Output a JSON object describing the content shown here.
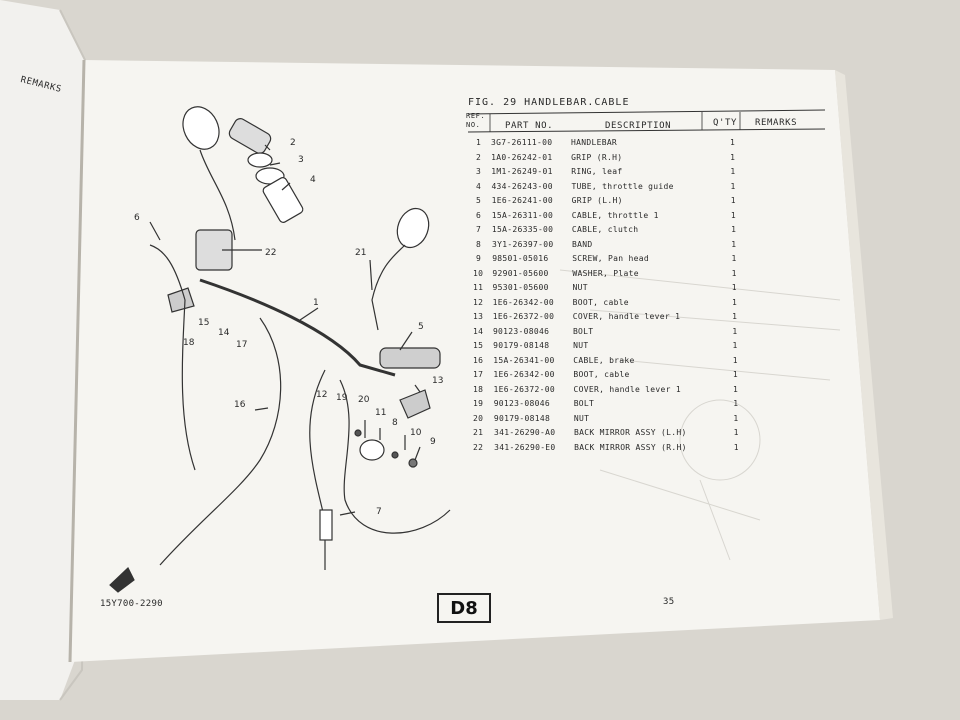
{
  "left_page": {
    "header_fragment": "REMARKS"
  },
  "page": {
    "figure_title": "FIG. 29  HANDLEBAR.CABLE",
    "columns": {
      "ref_no": "REF. NO.",
      "part_no": "PART NO.",
      "description": "DESCRIPTION",
      "qty": "Q'TY",
      "remarks": "REMARKS"
    },
    "parts": [
      {
        "ref": "1",
        "part": "3G7-26111-00",
        "desc": "HANDLEBAR",
        "qty": "1"
      },
      {
        "ref": "2",
        "part": "1A0-26242-01",
        "desc": "GRIP (R.H)",
        "qty": "1"
      },
      {
        "ref": "3",
        "part": "1M1-26249-01",
        "desc": "RING, leaf",
        "qty": "1"
      },
      {
        "ref": "4",
        "part": "434-26243-00",
        "desc": "TUBE, throttle guide",
        "qty": "1"
      },
      {
        "ref": "5",
        "part": "1E6-26241-00",
        "desc": "GRIP (L.H)",
        "qty": "1"
      },
      {
        "ref": "6",
        "part": "15A-26311-00",
        "desc": "CABLE, throttle 1",
        "qty": "1"
      },
      {
        "ref": "7",
        "part": "15A-26335-00",
        "desc": "CABLE, clutch",
        "qty": "1"
      },
      {
        "ref": "8",
        "part": "3Y1-26397-00",
        "desc": "BAND",
        "qty": "1"
      },
      {
        "ref": "9",
        "part": "98501-05016",
        "desc": "SCREW, Pan head",
        "qty": "1"
      },
      {
        "ref": "10",
        "part": "92901-05600",
        "desc": "WASHER, Plate",
        "qty": "1"
      },
      {
        "ref": "11",
        "part": "95301-05600",
        "desc": "NUT",
        "qty": "1"
      },
      {
        "ref": "12",
        "part": "1E6-26342-00",
        "desc": "BOOT, cable",
        "qty": "1"
      },
      {
        "ref": "13",
        "part": "1E6-26372-00",
        "desc": "COVER, handle lever 1",
        "qty": "1"
      },
      {
        "ref": "14",
        "part": "90123-08046",
        "desc": "BOLT",
        "qty": "1"
      },
      {
        "ref": "15",
        "part": "90179-08148",
        "desc": "NUT",
        "qty": "1"
      },
      {
        "ref": "16",
        "part": "15A-26341-00",
        "desc": "CABLE, brake",
        "qty": "1"
      },
      {
        "ref": "17",
        "part": "1E6-26342-00",
        "desc": "BOOT, cable",
        "qty": "1"
      },
      {
        "ref": "18",
        "part": "1E6-26372-00",
        "desc": "COVER, handle lever 1",
        "qty": "1"
      },
      {
        "ref": "19",
        "part": "90123-08046",
        "desc": "BOLT",
        "qty": "1"
      },
      {
        "ref": "20",
        "part": "90179-08148",
        "desc": "NUT",
        "qty": "1"
      },
      {
        "ref": "21",
        "part": "341-26290-A0",
        "desc": "BACK MIRROR ASSY (L.H)",
        "qty": "1"
      },
      {
        "ref": "22",
        "part": "341-26290-E0",
        "desc": "BACK MIRROR ASSY (R.H)",
        "qty": "1"
      }
    ],
    "part_number_code": "15Y700-2290",
    "section_code": "D8",
    "page_number": "35"
  },
  "diagram": {
    "callouts": [
      "1",
      "2",
      "3",
      "4",
      "5",
      "6",
      "7",
      "8",
      "9",
      "10",
      "11",
      "12",
      "13",
      "14",
      "15",
      "16",
      "17",
      "18",
      "19",
      "20",
      "21",
      "22"
    ]
  }
}
